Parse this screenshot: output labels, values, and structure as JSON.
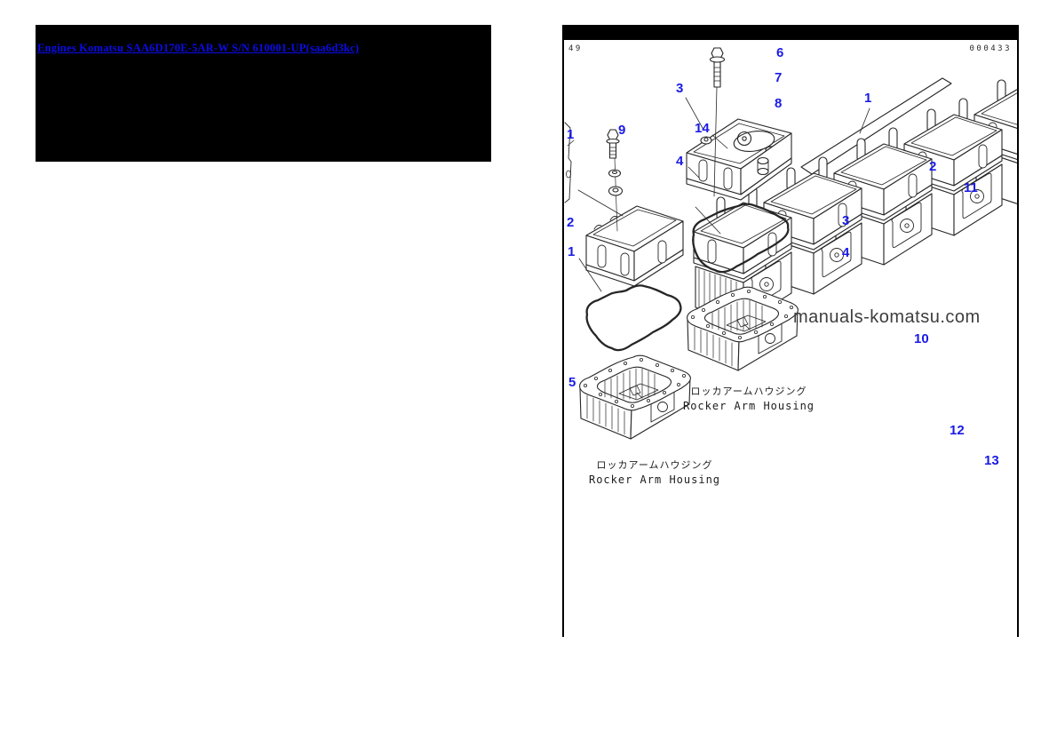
{
  "colors": {
    "callout_blue": "#1a1ae6",
    "link_blue": "#0b0be8",
    "line_art": "#262626",
    "watermark_gray": "#3d3d3d",
    "banner_black": "#000000"
  },
  "banner": {
    "link_text": "Engines Komatsu SAA6D170E-5AR-W S/N 610001-UP(saa6d3kc)"
  },
  "diagram": {
    "sheet_number": "49",
    "figure_code": "000433",
    "watermark": "manuals-komatsu.com",
    "callouts": [
      "6",
      "7",
      "8",
      "3",
      "14",
      "4",
      "9",
      "1",
      "2",
      "1",
      "1",
      "2",
      "11",
      "3",
      "4",
      "10",
      "5",
      "12",
      "13"
    ],
    "housing_captions": [
      {
        "jp": "ロッカアームハウジング",
        "en": "Rocker Arm Housing"
      },
      {
        "jp": "ロッカアームハウジング",
        "en": "Rocker Arm Housing"
      }
    ]
  }
}
